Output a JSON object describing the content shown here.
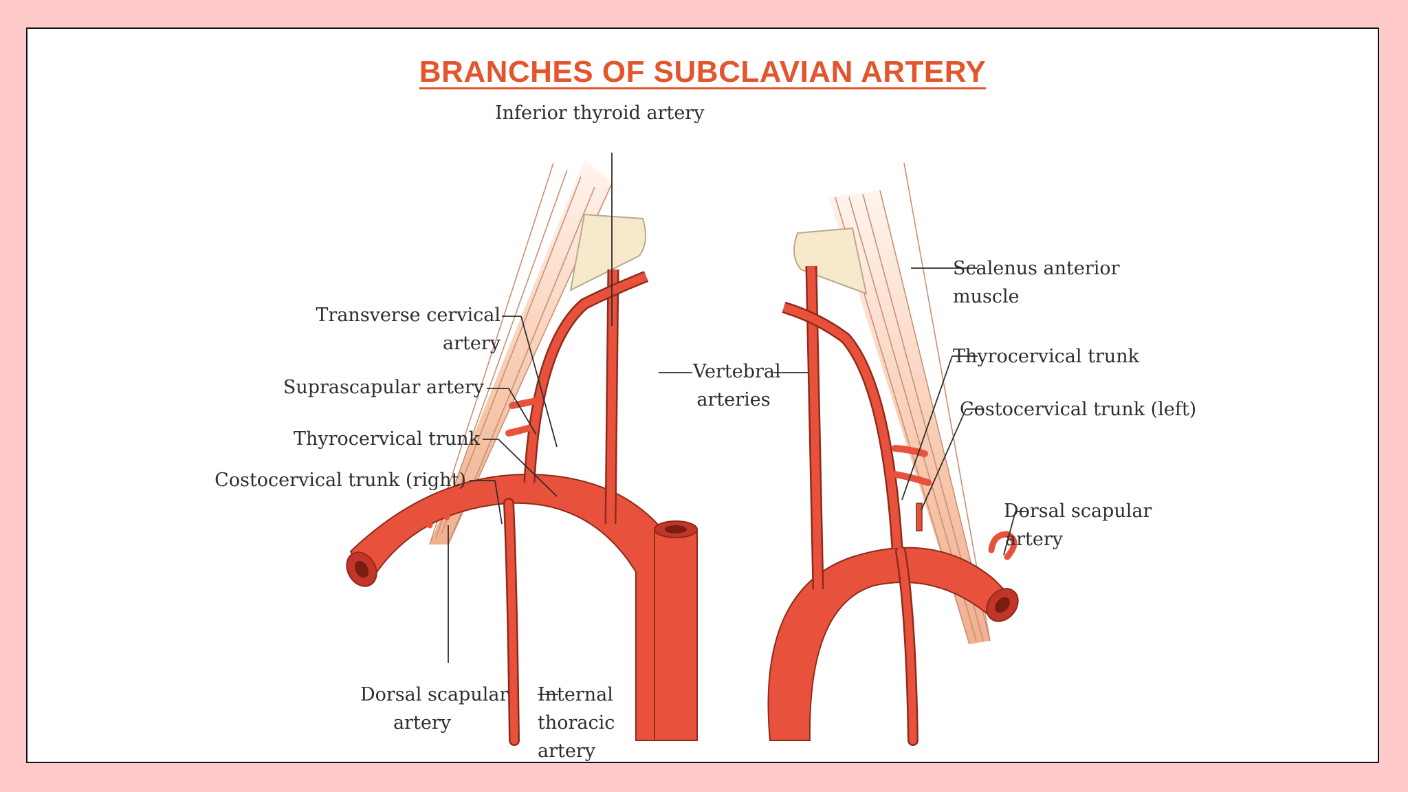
{
  "title": "BRANCHES OF SUBCLAVIAN ARTERY",
  "labels": {
    "inferior_thyroid": "Inferior thyroid artery",
    "transverse_cervical_1": "Transverse cervical",
    "transverse_cervical_2": "artery",
    "suprascapular": "Suprascapular artery",
    "thyrocervical_right": "Thyrocervical trunk",
    "costocervical_right": "Costocervical trunk (right)",
    "vertebral_1": "Vertebral",
    "vertebral_2": "arteries",
    "scalenus_1": "Scalenus anterior",
    "scalenus_2": "muscle",
    "thyrocervical_left": "Thyrocervical trunk",
    "costocervical_left": "Costocervical trunk (left)",
    "dorsal_scapular_left_1": "Dorsal scapular",
    "dorsal_scapular_left_2": "artery",
    "dorsal_scapular_right_1": "Dorsal scapular",
    "dorsal_scapular_right_2": "artery",
    "internal_thoracic_1": "Internal",
    "internal_thoracic_2": "thoracic",
    "internal_thoracic_3": "artery"
  },
  "colors": {
    "artery": "#e8523c",
    "artery_dark": "#b8321f",
    "muscle": "#f4b99a",
    "fascia": "#f6e9cc",
    "title": "#e2552d",
    "background": "#fdc9c9"
  }
}
